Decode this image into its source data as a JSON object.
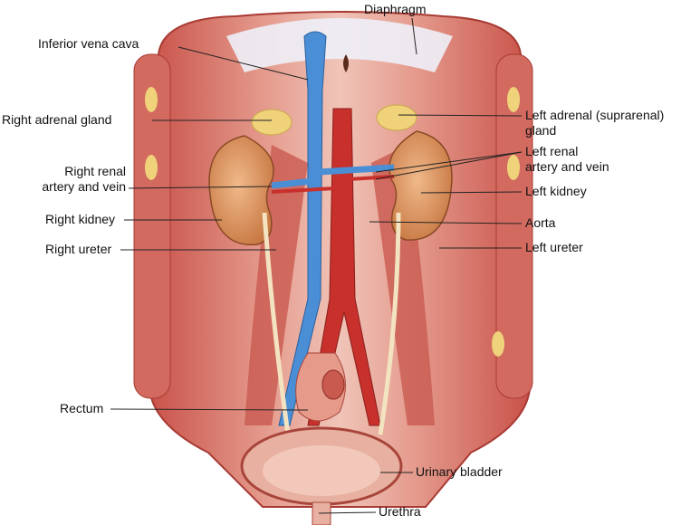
{
  "labels": {
    "diaphragm": "Diaphragm",
    "inferior_vena_cava": "Inferior vena cava",
    "right_adrenal_gland": "Right adrenal gland",
    "left_adrenal_line1": "Left adrenal (suprarenal)",
    "left_adrenal_line2": "gland",
    "left_renal_line1": "Left renal",
    "left_renal_line2": "artery and vein",
    "right_renal_line1": "Right renal",
    "right_renal_line2": "artery and vein",
    "left_kidney": "Left kidney",
    "right_kidney": "Right kidney",
    "aorta": "Aorta",
    "right_ureter": "Right ureter",
    "left_ureter": "Left ureter",
    "rectum": "Rectum",
    "urinary_bladder": "Urinary bladder",
    "urethra": "Urethra"
  },
  "colors": {
    "muscle": "#d9756a",
    "muscle_dark": "#b8403a",
    "kidney": "#d9955a",
    "vein": "#4a8fd6",
    "artery": "#c8302c",
    "adrenal": "#efd27a",
    "leader": "#222222"
  }
}
